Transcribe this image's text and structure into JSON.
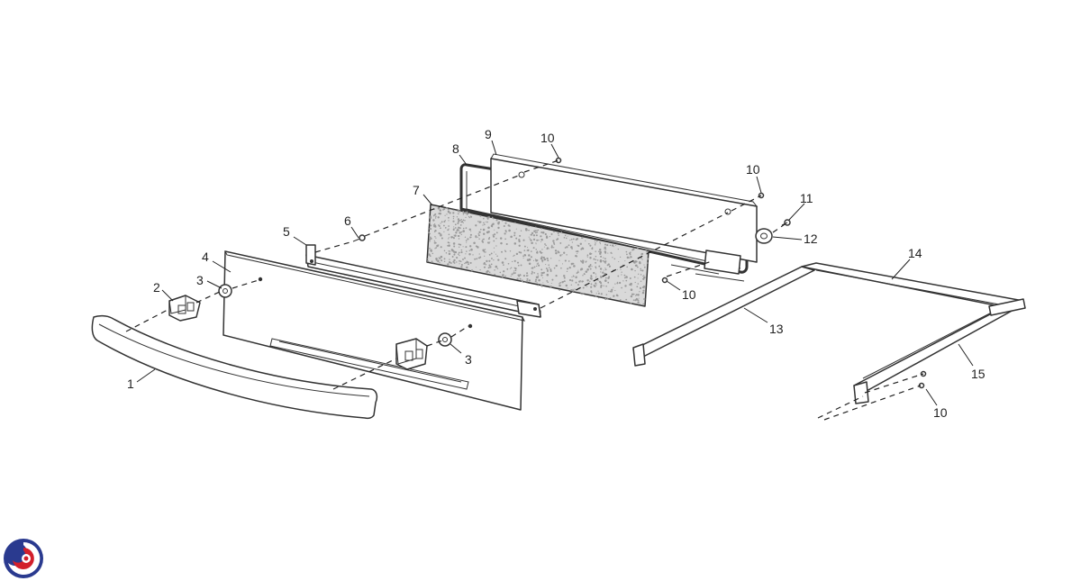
{
  "diagram": {
    "callouts": [
      {
        "id": "c1",
        "label": "1"
      },
      {
        "id": "c2",
        "label": "2"
      },
      {
        "id": "c3a",
        "label": "3"
      },
      {
        "id": "c3b",
        "label": "3"
      },
      {
        "id": "c4",
        "label": "4"
      },
      {
        "id": "c5",
        "label": "5"
      },
      {
        "id": "c6",
        "label": "6"
      },
      {
        "id": "c7",
        "label": "7"
      },
      {
        "id": "c8",
        "label": "8"
      },
      {
        "id": "c9",
        "label": "9"
      },
      {
        "id": "c10a",
        "label": "10"
      },
      {
        "id": "c10b",
        "label": "10"
      },
      {
        "id": "c10c",
        "label": "10"
      },
      {
        "id": "c10d",
        "label": "10"
      },
      {
        "id": "c11",
        "label": "11"
      },
      {
        "id": "c12",
        "label": "12"
      },
      {
        "id": "c13",
        "label": "13"
      },
      {
        "id": "c14",
        "label": "14"
      },
      {
        "id": "c15",
        "label": "15"
      }
    ]
  },
  "logo": {
    "colors": {
      "blue": "#2a3a8f",
      "red": "#d21f2b"
    }
  }
}
